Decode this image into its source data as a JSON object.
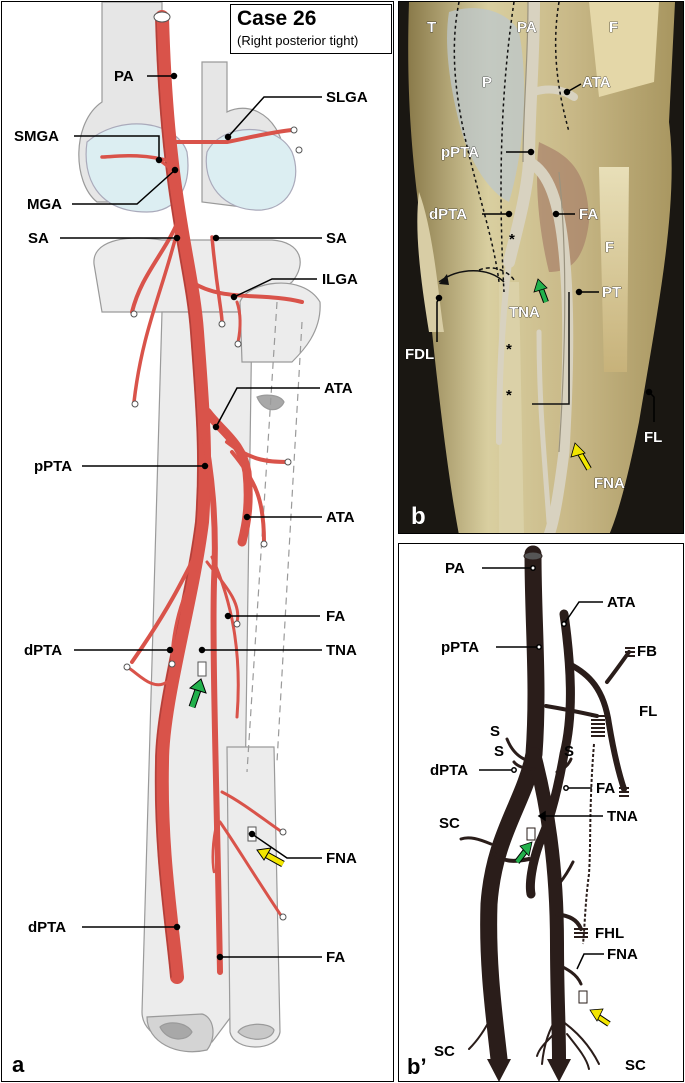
{
  "case": {
    "title": "Case 26",
    "subtitle": "(Right posterior tight)"
  },
  "panel_letters": {
    "a": "a",
    "b": "b",
    "bp": "b’"
  },
  "colors": {
    "artery": "#d9534a",
    "bone": "#ececec",
    "dark_artery": "#2a1d1a",
    "green_arrow": "#22b14c",
    "yellow_arrow": "#f2e600"
  },
  "panel_a": {
    "labels": {
      "pa": "PA",
      "slga": "SLGA",
      "smga": "SMGA",
      "mga": "MGA",
      "sa_left": "SA",
      "sa_right": "SA",
      "ilga": "ILGA",
      "ata_top": "ATA",
      "pptA": "pPTA",
      "ata_mid": "ATA",
      "fa_mid": "FA",
      "dpta_mid": "dPTA",
      "tna": "TNA",
      "fna": "FNA",
      "dpta_low": "dPTA",
      "fa_low": "FA"
    }
  },
  "panel_b": {
    "labels": {
      "t": "T",
      "pa": "PA",
      "f_top": "F",
      "p": "P",
      "ata": "ATA",
      "ppta": "pPTA",
      "dpta": "dPTA",
      "fa": "FA",
      "f_mid": "F",
      "tna": "TNA",
      "pt": "PT",
      "fdl": "FDL",
      "fl": "FL",
      "fna": "FNA",
      "star1": "*",
      "star2": "*",
      "star3": "*"
    }
  },
  "panel_bp": {
    "labels": {
      "pa": "PA",
      "ata": "ATA",
      "ppta": "pPTA",
      "fb": "FB",
      "fl": "FL",
      "s1": "S",
      "s2": "S",
      "s3": "S",
      "dpta": "dPTA",
      "fa": "FA",
      "sc_left": "SC",
      "tna": "TNA",
      "fhl": "FHL",
      "fna": "FNA",
      "sc_low_left": "SC",
      "sc_low_right": "SC"
    }
  }
}
